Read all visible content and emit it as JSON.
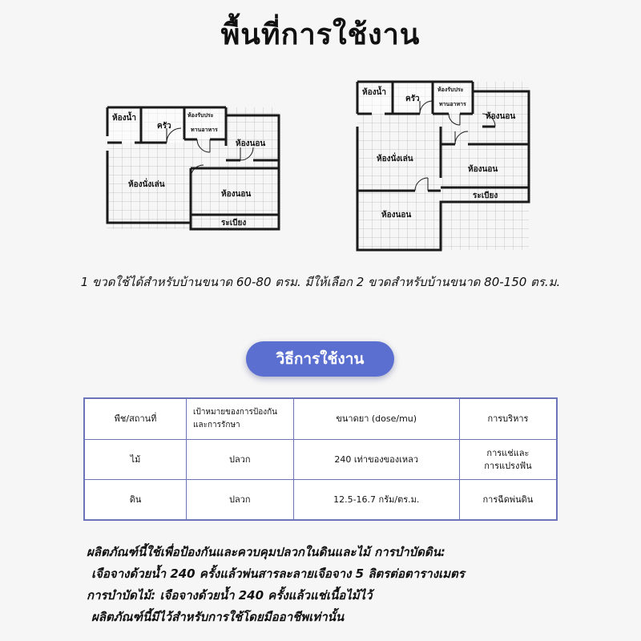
{
  "title": "พื้นที่การใช้งาน",
  "plans": {
    "small": {
      "bathroom": "ห้องน้ำ",
      "kitchen": "ครัว",
      "dining_1": "ห้องรับประ",
      "dining_2": "ทานอาหาร",
      "bedroom_1": "ห้องนอน",
      "living": "ห้องนั่งเล่น",
      "bedroom_2": "ห้องนอน",
      "balcony": "ระเบียง"
    },
    "large": {
      "bathroom": "ห้องน้ำ",
      "kitchen": "ครัว",
      "dining_1": "ห้องรับประ",
      "dining_2": "ทานอาหาร",
      "bedroom_1": "ห้องนอน",
      "living": "ห้องนั่งเล่น",
      "bedroom_2": "ห้องนอน",
      "balcony": "ระเบียง",
      "bedroom_3": "ห้องนอน"
    }
  },
  "caption": "1 ขวดใช้ได้สำหรับบ้านขนาด 60-80 ตรม.  มีให้เลือก 2 ขวดสำหรับบ้านขนาด 80-150 ตร.ม.",
  "usage_button": "วิธีการใช้งาน",
  "table": {
    "headers": {
      "col1": "พืช/สถานที่",
      "col2_line1": "เป้าหมายของการป้องกัน",
      "col2_line2": "และการรักษา",
      "col3": "ขนาดยา (dose/mu)",
      "col4": "การบริหาร"
    },
    "rows": [
      {
        "place": "ไม้",
        "target": "ปลวก",
        "dose": "240 เท่าของของเหลว",
        "admin_line1": "การแช่และ",
        "admin_line2": "การแปรงฟัน"
      },
      {
        "place": "ดิน",
        "target": "ปลวก",
        "dose": "12.5-16.7 กรัม/ตร.ม.",
        "admin_line1": "การฉีดพ่นดิน",
        "admin_line2": ""
      }
    ]
  },
  "notes": [
    "ผลิตภัณฑ์นี้ใช้เพื่อป้องกันและควบคุมปลวกในดินและไม้ การบำบัดดิน:",
    " เจือจางด้วยน้ำ 240 ครั้งแล้วพ่นสารละลายเจือจาง 5 ลิตรต่อตารางเมตร",
    "การบำบัดไม้: เจือจางด้วยน้ำ 240 ครั้งแล้วแช่เนื้อไม้ไว้",
    " ผลิตภัณฑ์นี้มีไว้สำหรับการใช้โดยมืออาชีพเท่านั้น"
  ]
}
